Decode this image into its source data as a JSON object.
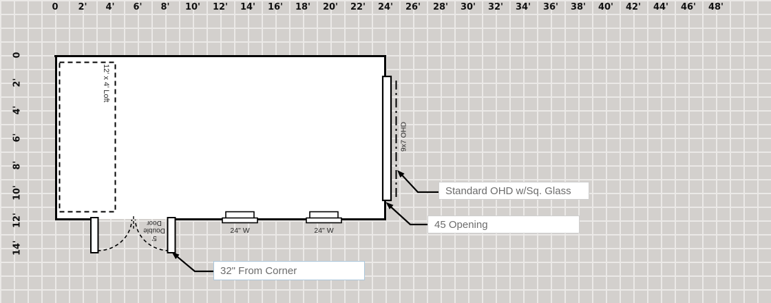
{
  "canvas": {
    "colors": {
      "grid_bg": "#d3d0cd",
      "grid_line": "#ebe9e7",
      "wall": "#000000",
      "callout_text": "#6b6b6b",
      "callout_border": "#cfcfcf",
      "callout_border_highlight": "#a9c6dc"
    }
  },
  "rulers": {
    "top": [
      "0",
      "2'",
      "4'",
      "6'",
      "8'",
      "10'",
      "12'",
      "14'",
      "16'",
      "18'",
      "20'",
      "22'",
      "24'",
      "26'",
      "28'",
      "30'",
      "32'",
      "34'",
      "36'",
      "38'",
      "40'",
      "42'",
      "44'",
      "46'",
      "48'"
    ],
    "left": [
      "0",
      "2'",
      "4'",
      "6'",
      "8'",
      "10'",
      "12'",
      "14'"
    ]
  },
  "plan": {
    "loft": {
      "label": "12' x 4' Loft"
    },
    "double_door": {
      "lines": [
        "5'",
        "Double",
        "Door"
      ]
    },
    "windows": [
      {
        "label": "24\" W"
      },
      {
        "label": "24\" W"
      }
    ],
    "ohd": {
      "label": "9x7 OHD"
    }
  },
  "callouts": {
    "ohd_glass": {
      "label": "Standard OHD w/Sq. Glass"
    },
    "opening": {
      "label": "45 Opening"
    },
    "from_corner": {
      "label": "32\" From Corner"
    }
  }
}
